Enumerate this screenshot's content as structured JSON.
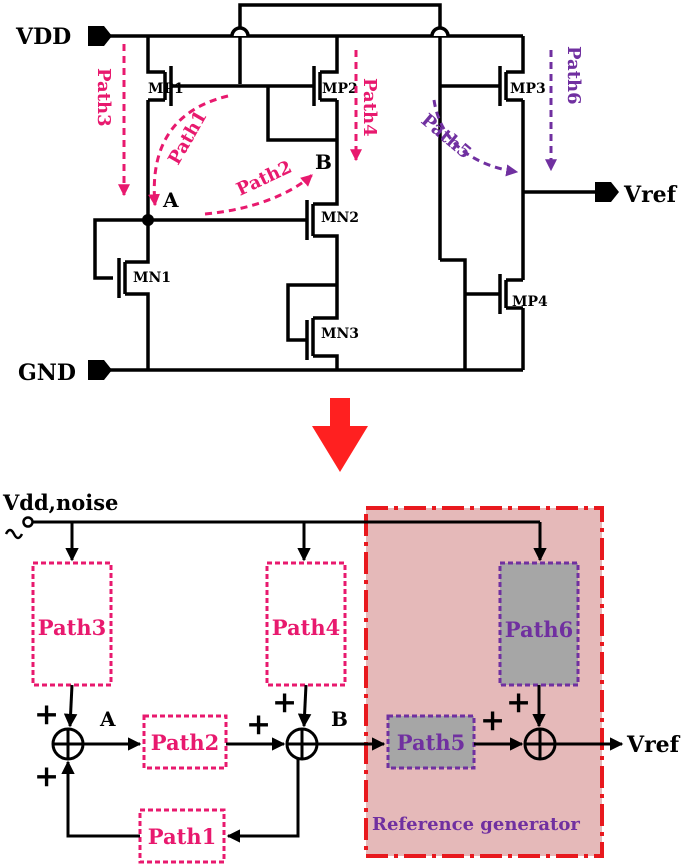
{
  "colors": {
    "pink": "#e8196e",
    "purple": "#7030a0",
    "red_arrow": "#ff2020",
    "ref_region": "#e5b9b9",
    "ref_border": "#e8191e",
    "gray_box": "#a6a6a6"
  },
  "circuit": {
    "terminals": {
      "vdd": "VDD",
      "gnd": "GND",
      "vref": "Vref"
    },
    "nodes": {
      "a": "A",
      "b": "B"
    },
    "transistors": {
      "mp1": "MP1",
      "mp2": "MP2",
      "mp3": "MP3",
      "mp4": "MP4",
      "mn1": "MN1",
      "mn2": "MN2",
      "mn3": "MN3"
    },
    "paths": {
      "path1": "Path1",
      "path2": "Path2",
      "path3": "Path3",
      "path4": "Path4",
      "path5": "Path5",
      "path6": "Path6"
    }
  },
  "block_diagram": {
    "input": "Vdd,noise",
    "node_a": "A",
    "node_b": "B",
    "output": "Vref",
    "plus_sign": "+",
    "region_label": "Reference generator",
    "boxes": {
      "path1": "Path1",
      "path2": "Path2",
      "path3": "Path3",
      "path4": "Path4",
      "path5": "Path5",
      "path6": "Path6"
    }
  }
}
